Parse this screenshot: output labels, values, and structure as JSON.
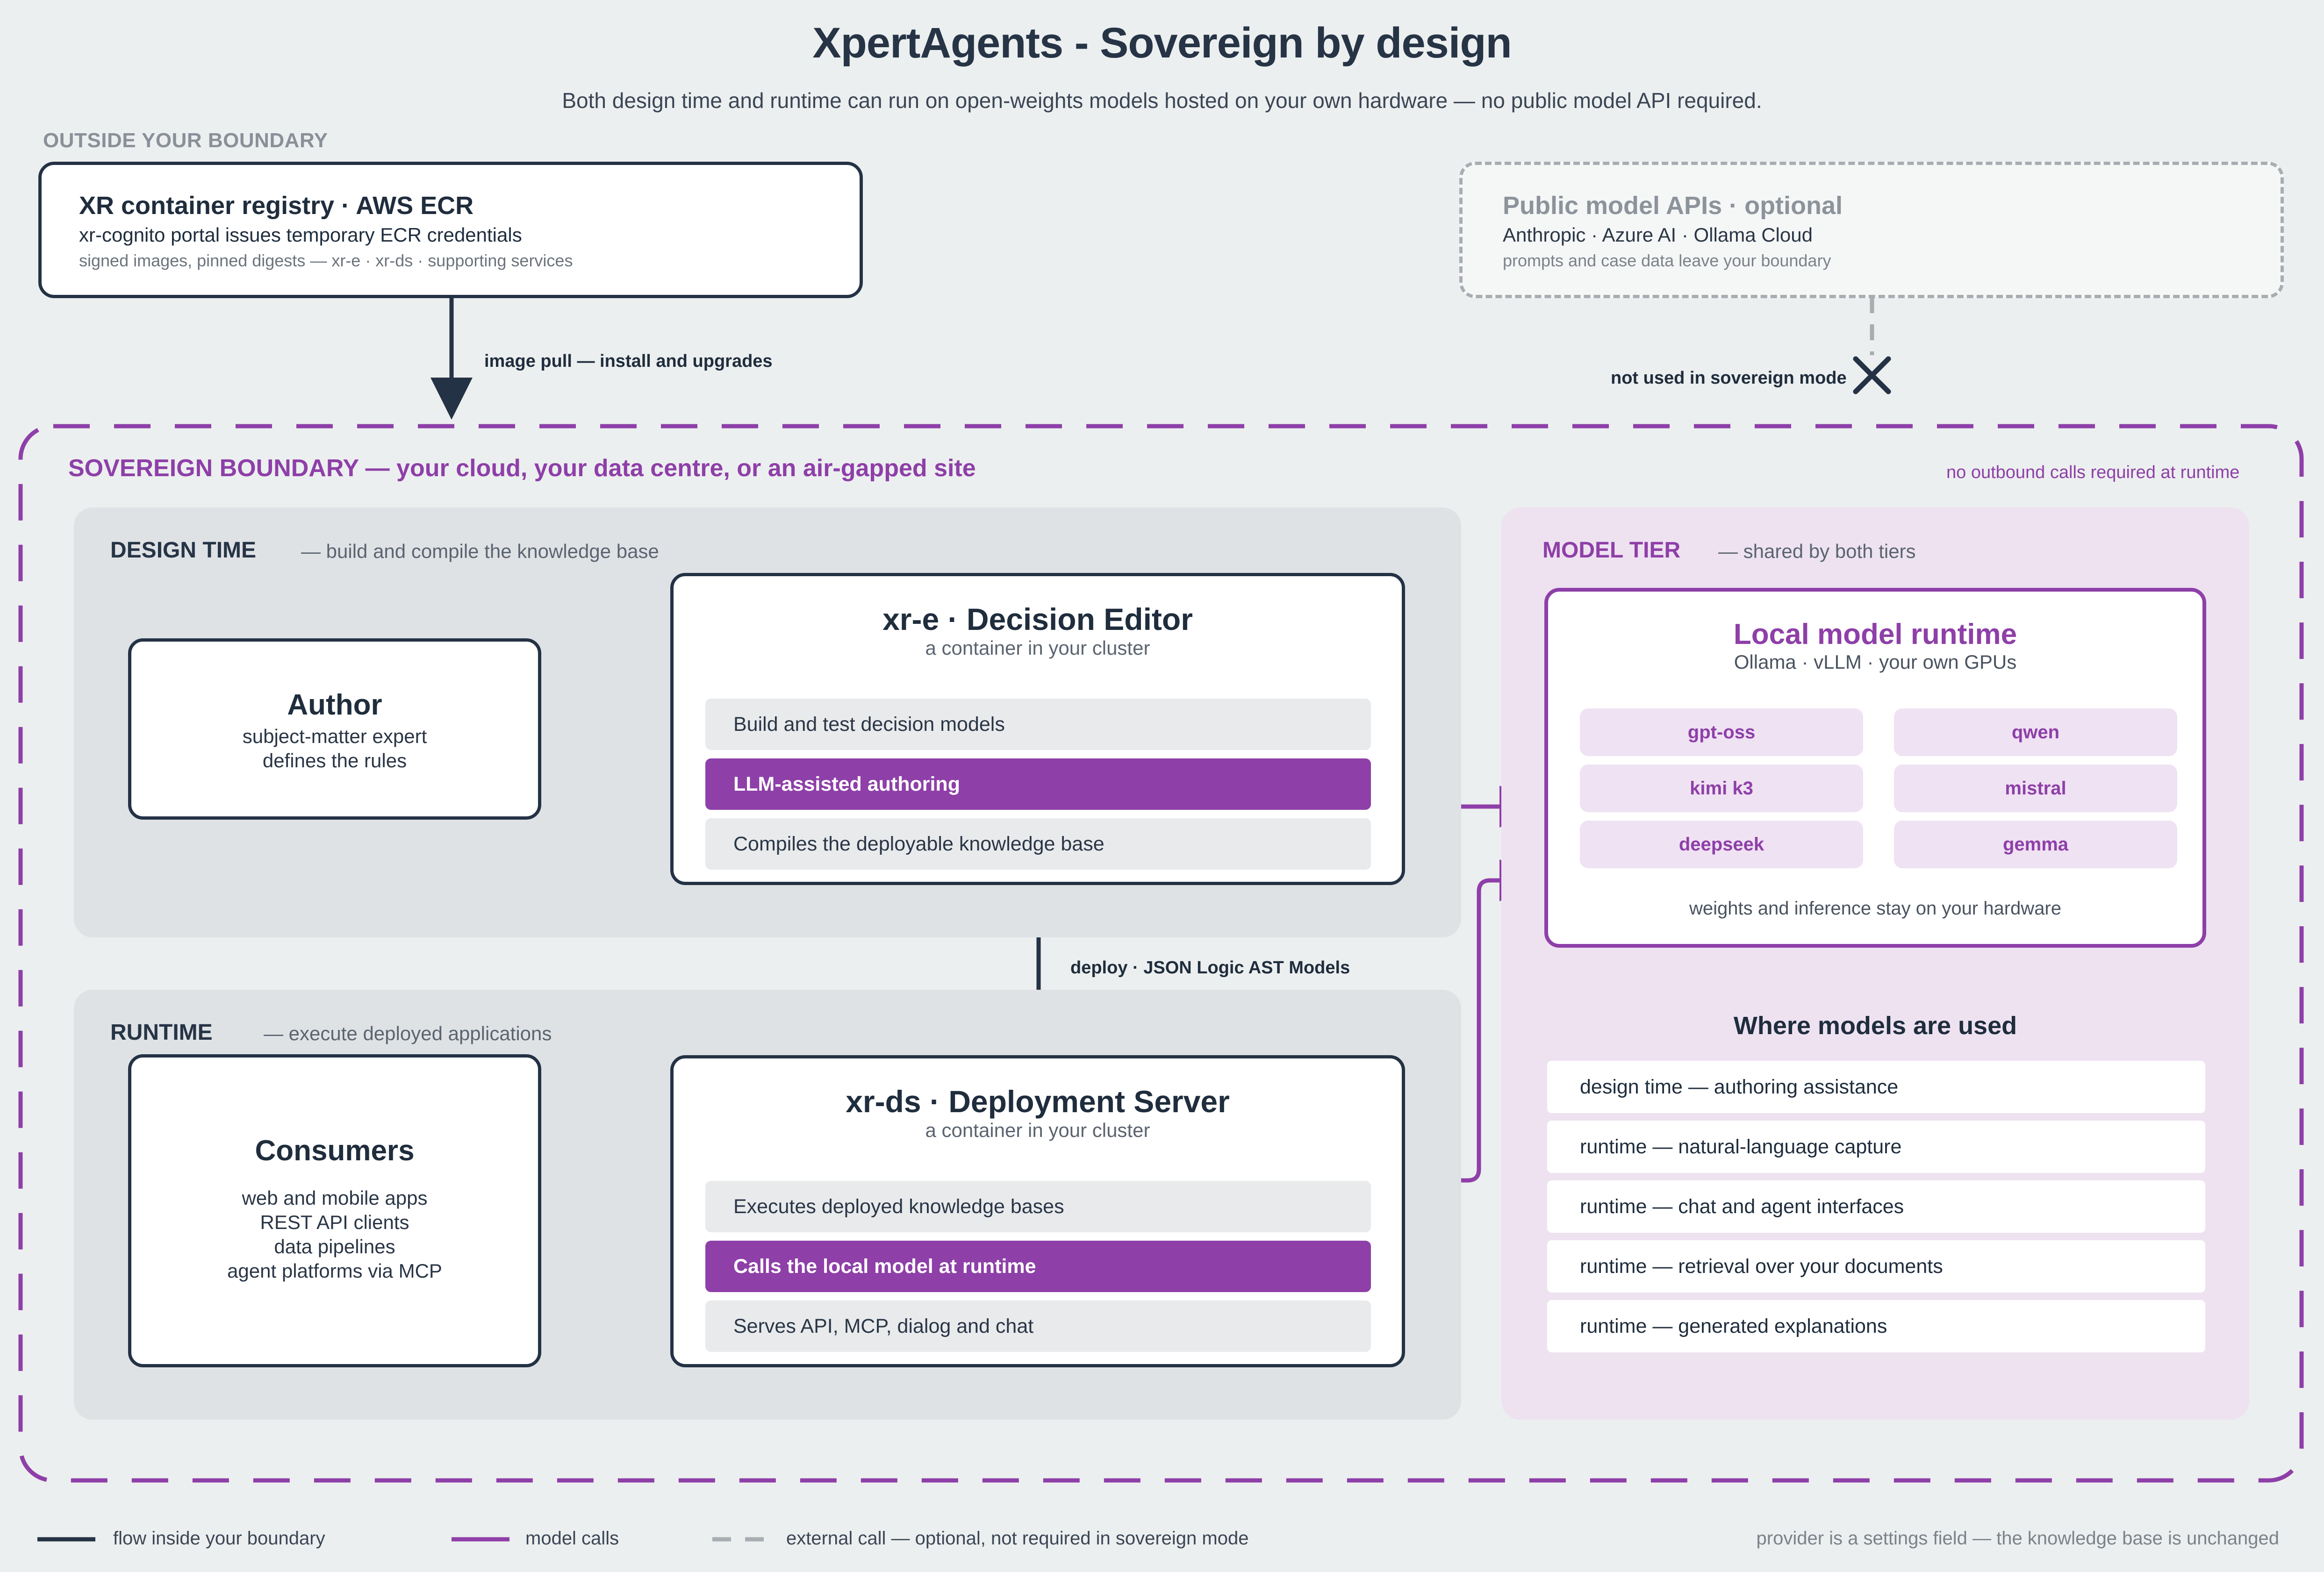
{
  "header": {
    "title": "XpertAgents - Sovereign by design",
    "subtitle": "Both design time and runtime can run on open-weights models hosted on your own hardware — no public model API required."
  },
  "outside": {
    "caption": "OUTSIDE YOUR BOUNDARY",
    "registry": {
      "title": "XR container registry · AWS ECR",
      "line": "xr-cognito portal issues temporary ECR credentials",
      "small": "signed images, pinned digests — xr-e · xr-ds · supporting services"
    },
    "public_apis": {
      "title": "Public model APIs · optional",
      "line": "Anthropic · Azure AI · Ollama Cloud",
      "small": "prompts and case data leave your boundary"
    },
    "image_pull_label": "image pull — install and upgrades",
    "not_used_label": "not used in sovereign mode"
  },
  "boundary": {
    "title": "SOVEREIGN BOUNDARY — your cloud, your data centre, or an air-gapped site",
    "note": "no outbound calls required at runtime"
  },
  "design_time": {
    "caption": "DESIGN TIME",
    "sub": "— build and compile the knowledge base",
    "author": {
      "title": "Author",
      "lines": [
        "subject-matter expert",
        "defines the rules"
      ]
    },
    "editor": {
      "title": "xr-e · Decision Editor",
      "sub": "a container in your cluster",
      "rows": [
        "Build and test decision models",
        "LLM-assisted authoring",
        "Compiles the deployable knowledge base"
      ]
    }
  },
  "deploy_label": "deploy · JSON Logic AST Models",
  "runtime": {
    "caption": "RUNTIME",
    "sub": "— execute deployed applications",
    "consumers": {
      "title": "Consumers",
      "lines": [
        "web and mobile apps",
        "REST API clients",
        "data pipelines",
        "agent platforms via MCP"
      ]
    },
    "server": {
      "title": "xr-ds · Deployment Server",
      "sub": "a container in your cluster",
      "rows": [
        "Executes deployed knowledge bases",
        "Calls the local model at runtime",
        "Serves API, MCP, dialog and chat"
      ]
    }
  },
  "model_tier": {
    "caption": "MODEL TIER",
    "sub": "— shared by both tiers",
    "runtime_box": {
      "title": "Local model runtime",
      "sub": "Ollama · vLLM · your own GPUs",
      "models": [
        "gpt-oss",
        "qwen",
        "kimi k3",
        "mistral",
        "deepseek",
        "gemma"
      ],
      "note": "weights and inference stay on your hardware"
    },
    "usage_heading": "Where models are used",
    "usage": [
      "design time — authoring assistance",
      "runtime — natural-language capture",
      "runtime — chat and agent interfaces",
      "runtime — retrieval over your documents",
      "runtime — generated explanations"
    ]
  },
  "legend": {
    "flow": "flow inside your boundary",
    "model_calls": "model calls",
    "external": "external call — optional, not required in sovereign mode",
    "note": "provider is a settings field — the knowledge base is unchanged"
  },
  "colors": {
    "navy": "#243245",
    "purple": "#8e3fa8",
    "grey_dash": "#a8adb2",
    "background": "#ecefef"
  }
}
